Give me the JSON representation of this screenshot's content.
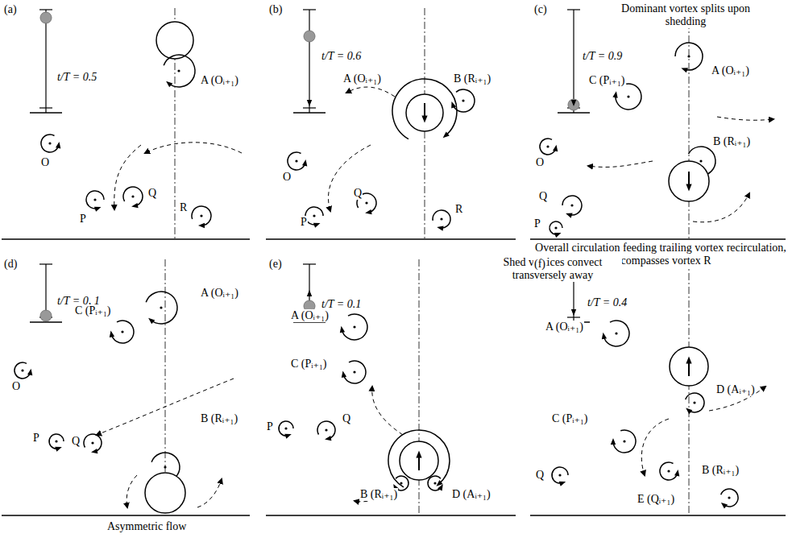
{
  "diagram": {
    "labels": [
      "(a)",
      "t/T = 0.5",
      "O",
      "A (Oᵢ₊₁)",
      "P",
      "Q",
      "R",
      "(b)",
      "t/T = 0.6",
      "A (Oᵢ₊₁)",
      "B (Rᵢ₊₁)",
      "O",
      "P",
      "Q",
      "R",
      "(c)",
      "Dominant vortex splits upon shedding",
      "t/T = 0.9",
      "C (Pᵢ₊₁)",
      "A (Oᵢ₊₁)",
      "O",
      "B (Rᵢ₊₁)",
      "Q",
      "P",
      "Overall circulation feeding trailing vortex recirculation, encompasses vortex R",
      "(d)",
      "t/T = 0, 1",
      "A (Oᵢ₊₁)",
      "C (Pᵢ₊₁)",
      "O",
      "B (Rᵢ₊₁)",
      "P",
      "Q",
      "Asymmetric flow",
      "(e)",
      "t/T = 0.1",
      "Shed vortices convect transversely away",
      "A (Oᵢ₊₁)",
      "C (Pᵢ₊₁)",
      "P",
      "Q",
      "B (Rᵢ₊₁)",
      "D (Aᵢ₊₁)",
      "(f)",
      "t/T = 0.4",
      "A (Oᵢ₊₁)",
      "D (Aᵢ₊₁)",
      "C (Pᵢ₊₁)",
      "Q",
      "E (Qᵢ₊₁)",
      "B (Rᵢ₊₁)"
    ]
  }
}
